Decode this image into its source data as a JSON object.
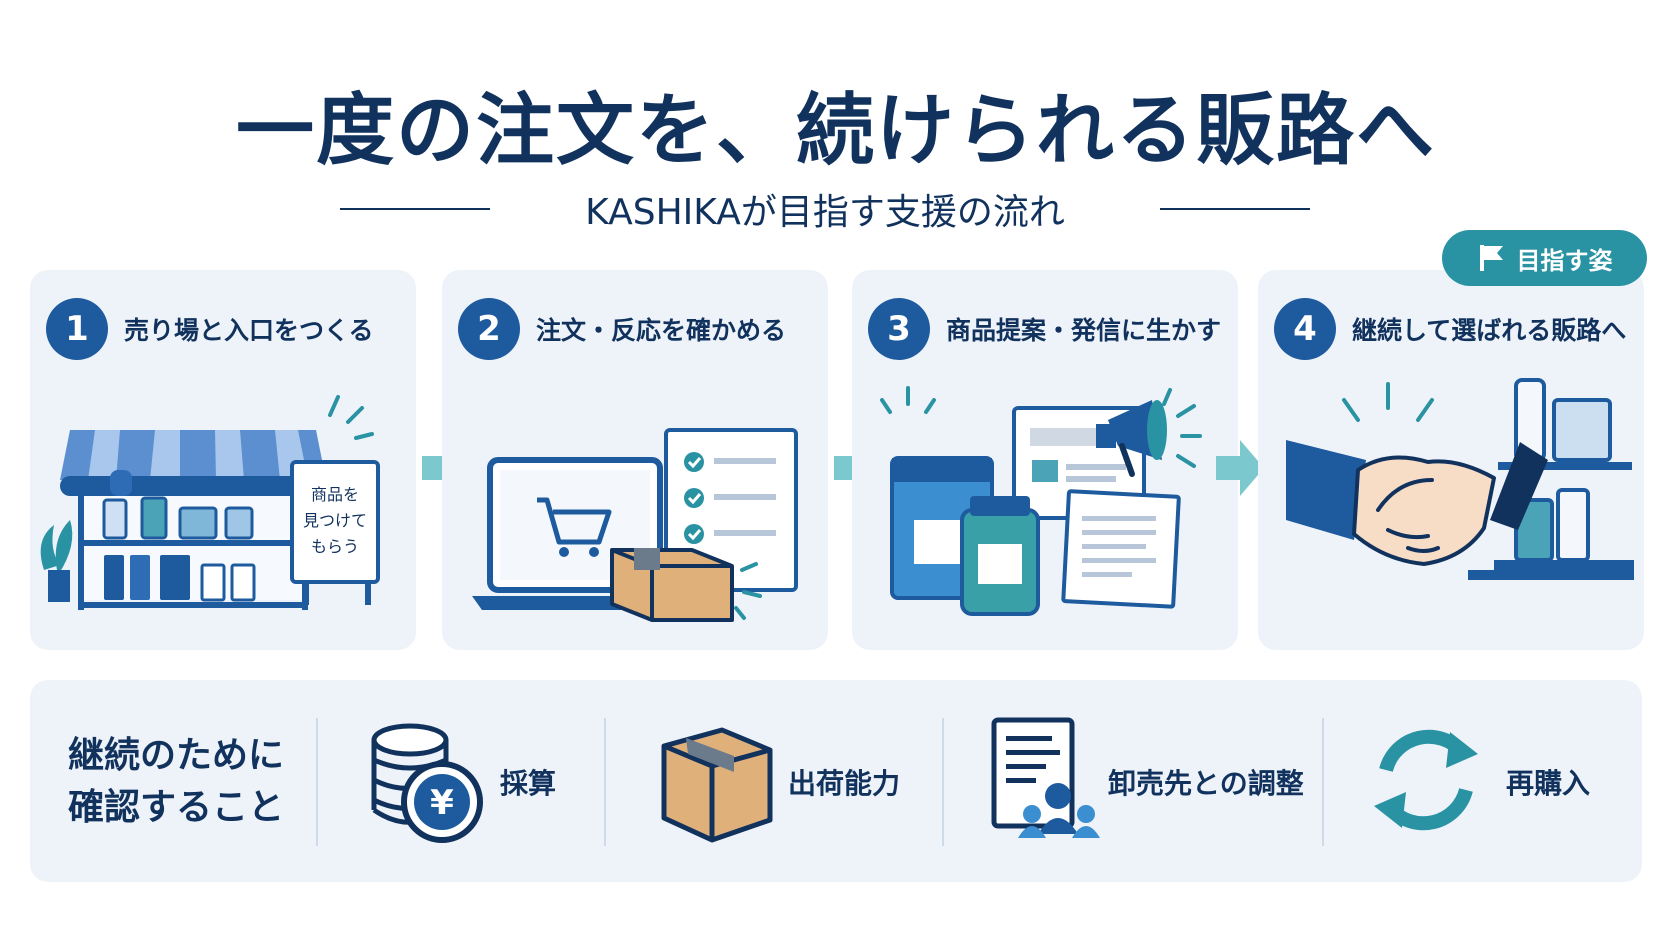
{
  "title": "一度の注文を、続けられる販路へ",
  "subtitle": "KASHIKAが目指す支援の流れ",
  "goal_badge": "目指す姿",
  "steps": [
    {
      "num": "1",
      "title": "売り場と入口をつくる",
      "sign_text": [
        "商品を",
        "見つけて",
        "もらう"
      ]
    },
    {
      "num": "2",
      "title": "注文・反応を確かめる"
    },
    {
      "num": "3",
      "title": "商品提案・発信に生かす"
    },
    {
      "num": "4",
      "title": "継続して選ばれる販路へ"
    }
  ],
  "checklist": {
    "title_lines": [
      "継続のために",
      "確認すること"
    ],
    "items": [
      {
        "label": "採算",
        "icon": "coins-yen-icon"
      },
      {
        "label": "出荷能力",
        "icon": "box-icon"
      },
      {
        "label": "卸売先との調整",
        "icon": "document-people-icon"
      },
      {
        "label": "再購入",
        "icon": "refresh-cycle-icon"
      }
    ]
  },
  "colors": {
    "navy": "#12325e",
    "blue": "#1e5a9e",
    "teal": "#2a93a3",
    "card_bg": "#eef3fa",
    "arrow": "#7cc8cf"
  }
}
